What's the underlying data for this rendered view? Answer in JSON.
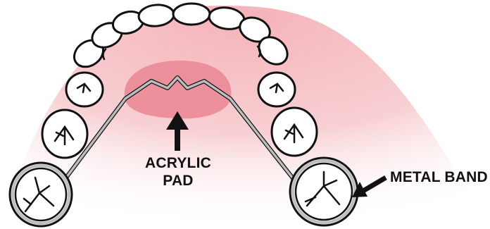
{
  "labels": {
    "acrylic_line1": "ACRYLIC",
    "acrylic_line2": "PAD",
    "metal_band": "METAL BAND"
  },
  "colors": {
    "gum": "#f7c9cc",
    "pad": "#ea8a97",
    "wire": "#b9b9b9",
    "outline": "#111111",
    "tooth": "#ffffff"
  }
}
